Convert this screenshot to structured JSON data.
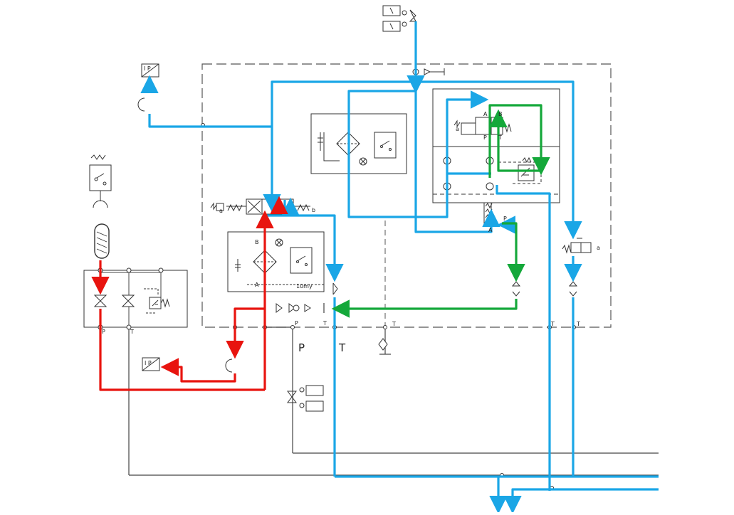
{
  "labels": {
    "port_p_accum": "P",
    "port_t_accum": "T",
    "port_p_main": "P",
    "port_t_main": "T",
    "port_t_drain1": "T",
    "port_t_right1": "T",
    "port_t_right2": "T",
    "big_p": "P",
    "big_t": "T",
    "filter_b": "B",
    "filter_a": "A",
    "filter_rating": "10my",
    "valve_a_left": "a",
    "valve_b_right": "b",
    "solenoid_a_top": "a",
    "solenoid_a_right": "a",
    "relief_a": "A",
    "relief_p": "P",
    "ip_top": "I  P",
    "ip_bottom": "I  P",
    "pilot_a": "A",
    "pilot_b": "B",
    "pilot_p": "P",
    "pilot_t": "T"
  },
  "colors": {
    "blue_line": "#1aa6e6",
    "red_line": "#e8140f",
    "green_line": "#14a83a",
    "black_line": "#333333"
  },
  "icons": {
    "accumulator": "accumulator-icon",
    "pressure_switch": "pressure-switch-icon",
    "filter": "filter-icon",
    "check_valve": "check-valve-icon",
    "ball_valve": "ball-valve-icon",
    "directional_valve": "directional-valve-icon",
    "relief_valve": "relief-valve-icon",
    "transducer": "pressure-transducer-icon"
  }
}
